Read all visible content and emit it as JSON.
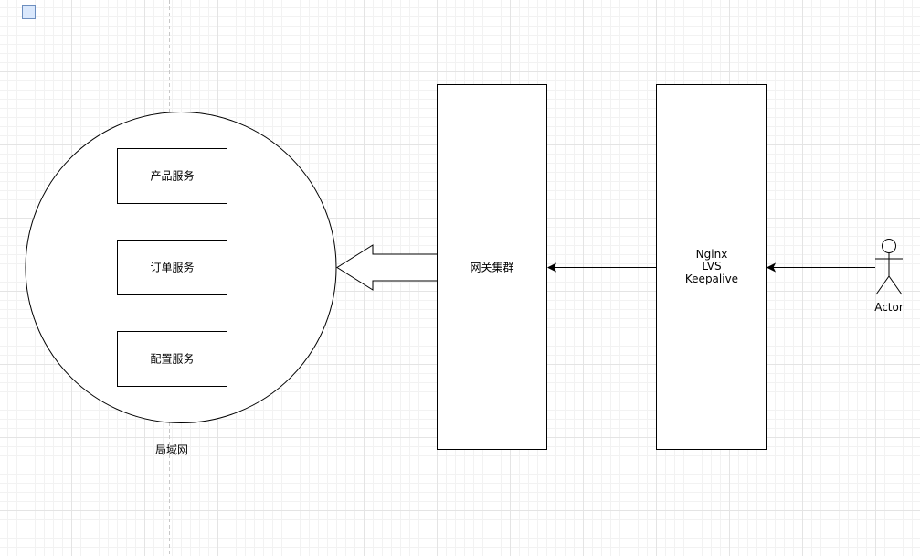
{
  "colors": {
    "stroke": "#000000",
    "fill": "#ffffff",
    "grid_major": "#e4e4e4",
    "grid_minor": "#f2f2f2",
    "page_break": "#c8c8c8",
    "corner_square_fill": "#dae8fc",
    "corner_square_stroke": "#6c8ebf"
  },
  "lan": {
    "label": "局域网",
    "services": [
      {
        "label": "产品服务"
      },
      {
        "label": "订单服务"
      },
      {
        "label": "配置服务"
      }
    ]
  },
  "gateway": {
    "label": "网关集群"
  },
  "load_balancer": {
    "lines": [
      "Nginx",
      "LVS",
      "Keepalive"
    ]
  },
  "actor": {
    "label": "Actor"
  },
  "icons": {
    "corner": "square-shape-icon",
    "actor": "stick-figure-icon",
    "big_arrow": "hollow-left-arrow",
    "arrows": "left-arrow"
  }
}
